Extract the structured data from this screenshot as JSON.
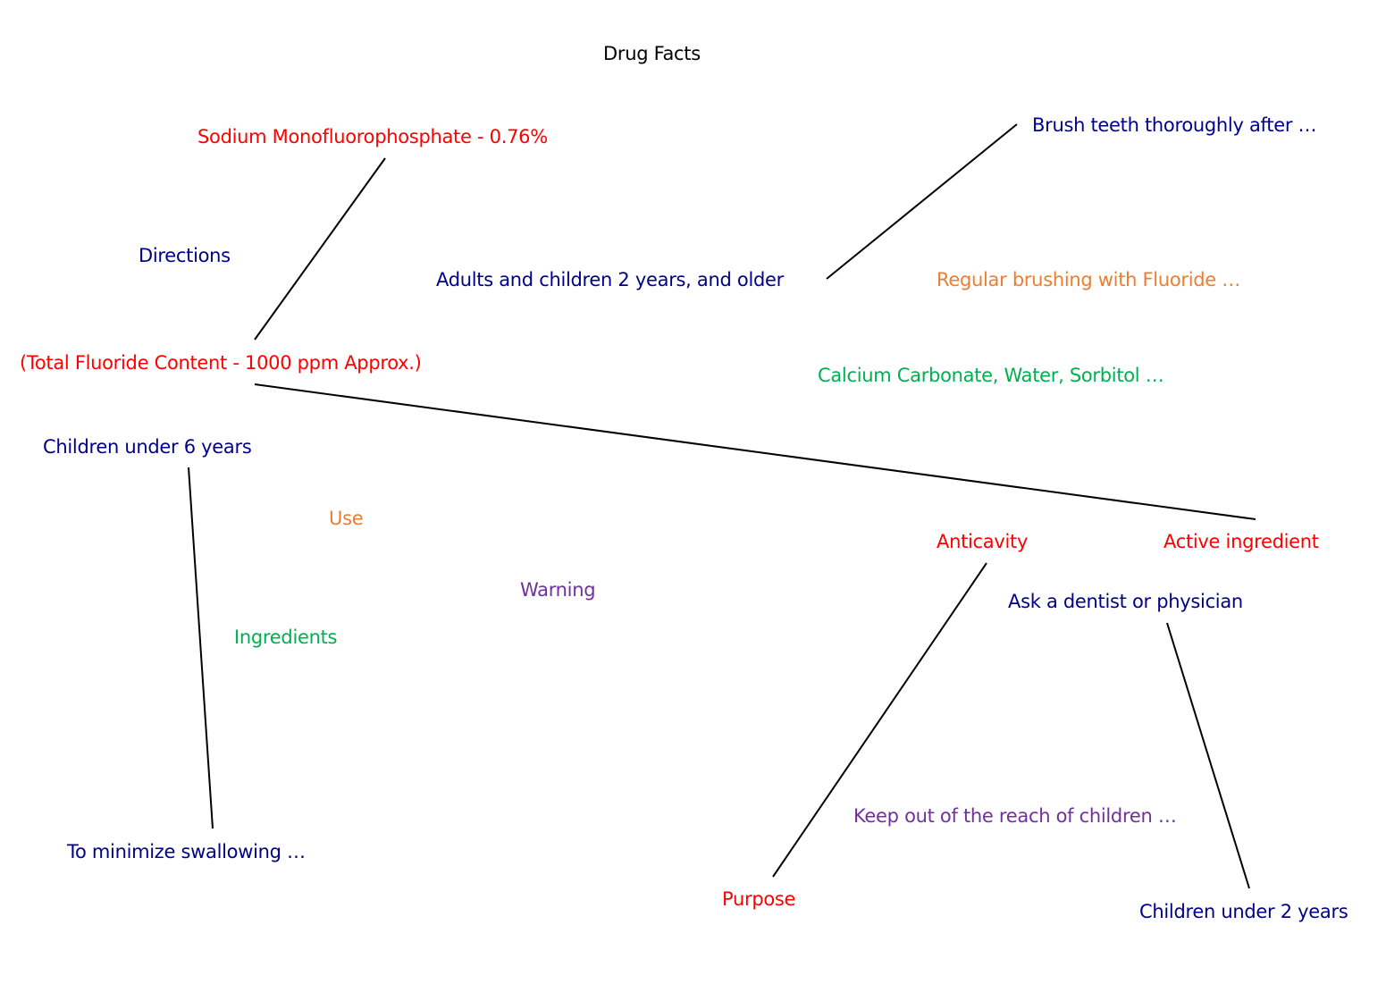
{
  "title": "Drug Facts",
  "colors": {
    "red": "#ff0000",
    "navy": "#00008b",
    "orange": "#ed7d31",
    "green": "#00b050",
    "purple": "#7030a0",
    "line": "#000000"
  },
  "labels": {
    "sodium": "Sodium Monofluorophosphate - 0.76%",
    "brush": "Brush teeth thoroughly after …",
    "directions": "Directions",
    "adults": "Adults and children 2 years, and older",
    "regular": "Regular brushing with Fluoride …",
    "fluoride_content": "(Total Fluoride Content - 1000 ppm Approx.)",
    "calcium": "Calcium Carbonate, Water, Sorbitol …",
    "children6": "Children under 6 years",
    "use": "Use",
    "anticavity": "Anticavity",
    "active": "Active ingredient",
    "warning": "Warning",
    "ask": "Ask a dentist or physician",
    "ingredients": "Ingredients",
    "keep": "Keep out of the reach of children …",
    "minimize": "To minimize swallowing …",
    "purpose": "Purpose",
    "children2": "Children under 2 years"
  }
}
